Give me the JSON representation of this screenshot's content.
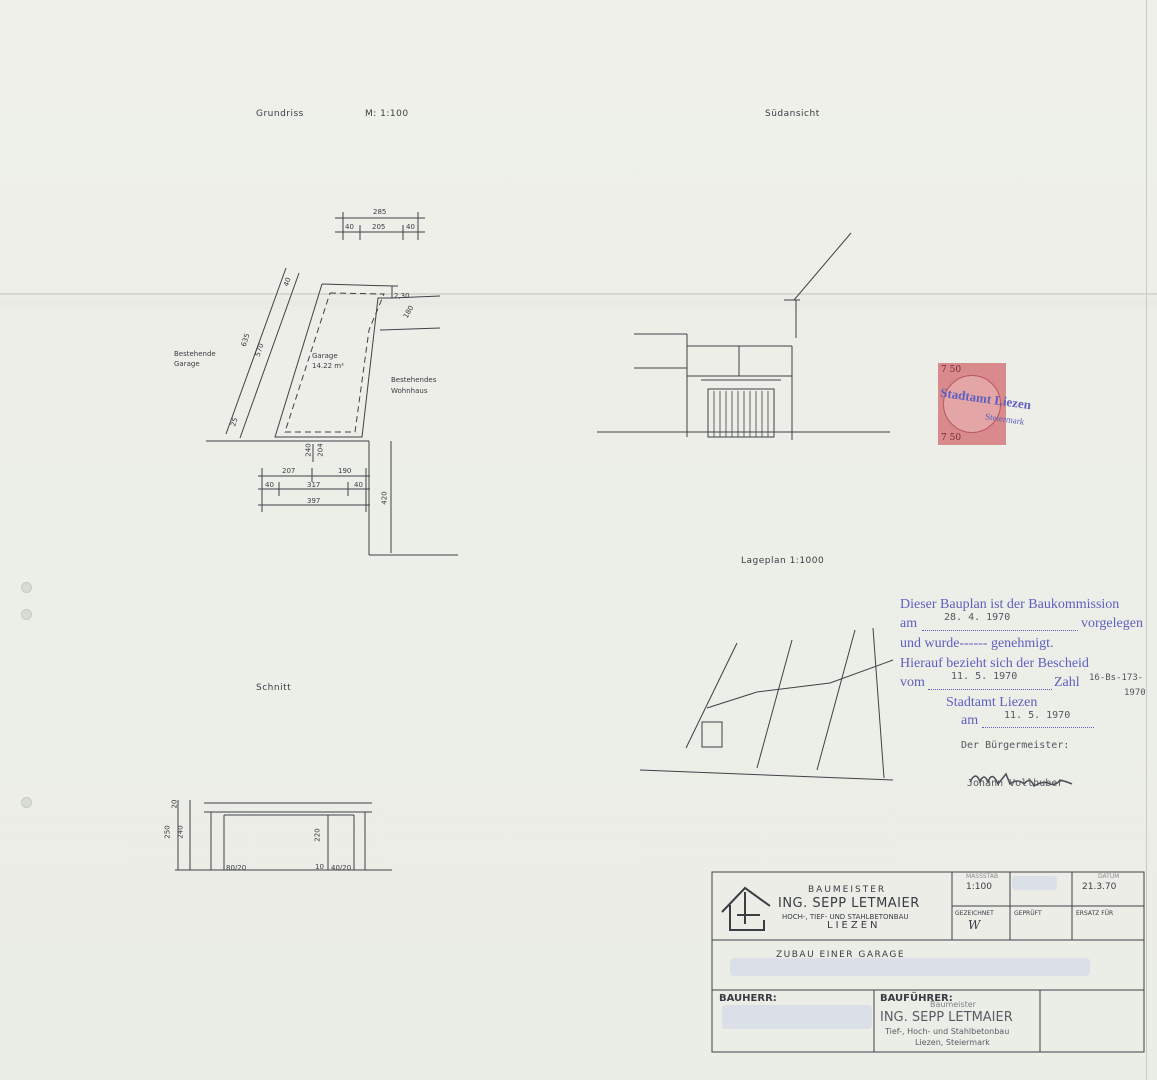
{
  "views": {
    "grundriss": "Grundriss",
    "grundriss_scale": "M: 1:100",
    "suedansicht": "Südansicht",
    "lageplan": "Lageplan 1:1000",
    "schnitt": "Schnitt"
  },
  "plan_labels": {
    "existing_garage": [
      "Bestehende",
      "Garage"
    ],
    "garage": "Garage",
    "garage_area": "14.22 m²",
    "existing_house": [
      "Bestehendes",
      "Wohnhaus"
    ]
  },
  "dimensions": {
    "top_total": "285",
    "top_left": "40",
    "top_mid": "205",
    "top_right": "40",
    "diag_outer": "635",
    "diag_inner": "570",
    "diag_top": "40",
    "diag_bottom": "25",
    "right_small": "2,30",
    "right_angle": "180",
    "mid_a": "240",
    "mid_b": "204",
    "row1_left": "207",
    "row1_right": "190",
    "row2_left": "40",
    "row2_mid": "317",
    "row2_right": "40",
    "row3": "397",
    "vert_right": "420",
    "section_top": "20",
    "section_h1": "250",
    "section_h2": "240",
    "section_inner": "220",
    "section_bottom": "10",
    "section_step_left": "80/20",
    "section_step_right": "40/20"
  },
  "approval": {
    "line1": "Dieser Bauplan ist der Baukommission",
    "am_label": "am",
    "date1": "28. 4. 1970",
    "vorgelegen": "vorgelegen",
    "line2": "und wurde------ genehmigt.",
    "line3": "Hierauf bezieht sich der Bescheid",
    "vom_label": "vom",
    "date2": "11. 5. 1970",
    "zahl_label": "Zahl",
    "zahl_value": "16-Bs-173-",
    "zahl_year": "1970",
    "office": "Stadtamt Liezen",
    "am2_label": "am",
    "date3": "11. 5. 1970",
    "mayor_label": "Der Bürgermeister:",
    "mayor_name": "Johann Vollhuber"
  },
  "stamp": {
    "office": "Stadtamt Liezen",
    "region": "Steiermark",
    "seal_value": "7 50"
  },
  "title_block": {
    "baumeister": "Baumeister",
    "name": "Ing. Sepp Letmaier",
    "trade": "Hoch-, Tief- und Stahlbetonbau",
    "city": "Liezen",
    "massstab_label": "Maßstab",
    "massstab": "1:100",
    "datum_label": "Datum",
    "datum": "21.3.70",
    "gezeichnet_label": "Gezeichnet",
    "gezeichnet": "W",
    "geprueft_label": "Geprüft",
    "ersatz_label": "Ersatz für",
    "project": "Zubau einer Garage",
    "bauherr_label": "Bauherr:",
    "baufuehrer_label": "Bauführer:",
    "bf_stamp_top": "Baumeister",
    "bf_stamp_name": "Ing. Sepp Letmaier",
    "bf_stamp_trade": "Tief-, Hoch- und Stahlbetonbau",
    "bf_stamp_city": "Liezen, Steiermark"
  },
  "colors": {
    "ink": "#3a3d42",
    "stamp_blue": "#5f5fbf",
    "seal_red": "#d98a8d"
  }
}
